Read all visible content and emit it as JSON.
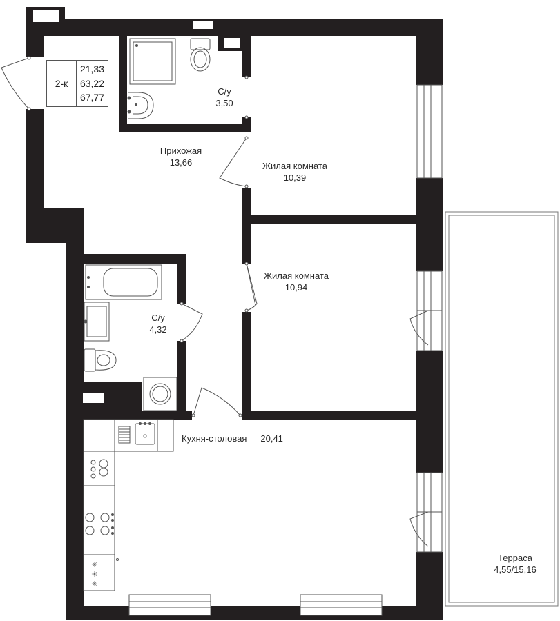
{
  "apartment": {
    "type": "2-к",
    "areas": [
      "21,33",
      "63,22",
      "67,77"
    ]
  },
  "rooms": {
    "hallway": {
      "name": "Прихожая",
      "area": "13,66"
    },
    "wc1": {
      "name": "С/у",
      "area": "3,50"
    },
    "living1": {
      "name": "Жилая комната",
      "area": "10,39"
    },
    "living2": {
      "name": "Жилая комната",
      "area": "10,94"
    },
    "wc2": {
      "name": "С/у",
      "area": "4,32"
    },
    "kitchen": {
      "name": "Кухня-столовая",
      "area": "20,41"
    },
    "terrace": {
      "name": "Терраса",
      "area": "4,55/15,16"
    }
  },
  "colors": {
    "wall": "#231f20",
    "line": "#555555",
    "background": "#ffffff"
  }
}
